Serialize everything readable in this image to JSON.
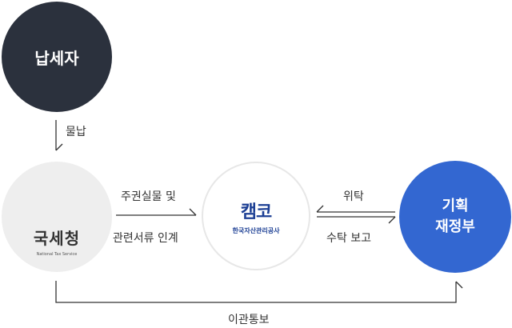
{
  "nodes": {
    "taxpayer": "납세자",
    "nts": {
      "name": "국세청",
      "sub": "National Tax Service"
    },
    "kamco": {
      "logo": "캠코",
      "sub": "한국자산관리공사"
    },
    "mof": {
      "line1": "기획",
      "line2": "재정부"
    }
  },
  "edges": {
    "payment_in_kind": "물납",
    "deliver_line1": "주권실물 및",
    "deliver_line2": "관련서류 인계",
    "entrust": "위탁",
    "report": "수탁 보고",
    "transfer_notice": "이관통보"
  },
  "colors": {
    "taxpayer": "#2b313d",
    "mof": "#3367d1",
    "kamco_brand": "#1c3f94",
    "nts_bg": "#eeeeee"
  }
}
